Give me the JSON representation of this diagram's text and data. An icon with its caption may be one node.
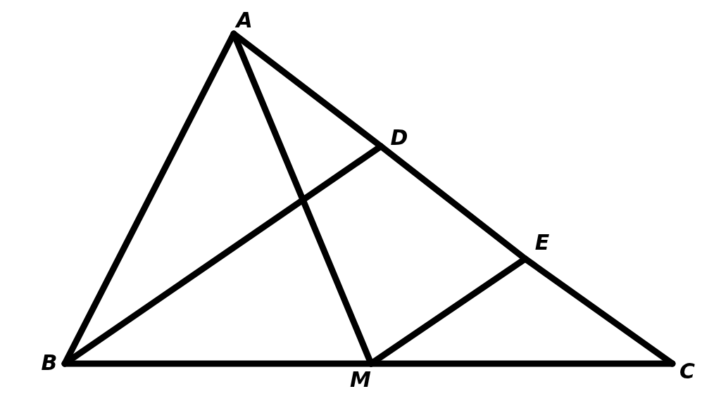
{
  "diagram": {
    "nodes": [
      {
        "text": [
          "A"
        ]
      },
      {
        "text": [
          "D"
        ]
      },
      {
        "text": [
          "E"
        ]
      },
      {
        "text": [
          "B"
        ]
      },
      {
        "text": [
          "M"
        ]
      },
      {
        "text": [
          "C"
        ]
      }
    ],
    "edges": [
      {
        "from": 0,
        "to": 1,
        "arrow": "none"
      },
      {
        "from": 1,
        "to": 2,
        "arrow": "none"
      },
      {
        "from": 2,
        "to": 5,
        "arrow": "none"
      },
      {
        "from": 3,
        "to": 4,
        "arrow": "none"
      },
      {
        "from": 4,
        "to": 5,
        "arrow": "none"
      },
      {
        "from": 0,
        "to": 3,
        "arrow": "none"
      },
      {
        "from": 0,
        "to": 4,
        "arrow": "none"
      },
      {
        "from": 3,
        "to": 1,
        "arrow": "none"
      },
      {
        "from": 4,
        "to": 2,
        "arrow": "none"
      }
    ]
  }
}
